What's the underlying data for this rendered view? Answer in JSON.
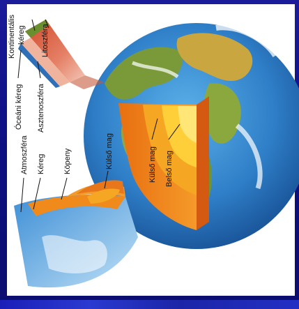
{
  "labels": {
    "kontinentalis_line1": "Kontinentális",
    "kontinentalis_line2": "kéreg",
    "litoszfera": "Litoszféra",
    "oceani_kereg": "Óceáni kéreg",
    "asztenoszfera": "Asztenoszféra",
    "atmoszfera": "Atmoszféra",
    "kereg": "Kéreg",
    "kopeny": "Köpeny",
    "kulso_mag_left": "Külső mag",
    "kulso_mag_right": "Külső mag",
    "belso_mag": "Belső mag"
  },
  "colors": {
    "frame": "#0f1185",
    "ocean": "#2f7fc8",
    "land": "#7a9a3a",
    "mantle": "#f08a1a",
    "outer_core": "#f5a623",
    "inner_core": "#ffcf3a"
  }
}
